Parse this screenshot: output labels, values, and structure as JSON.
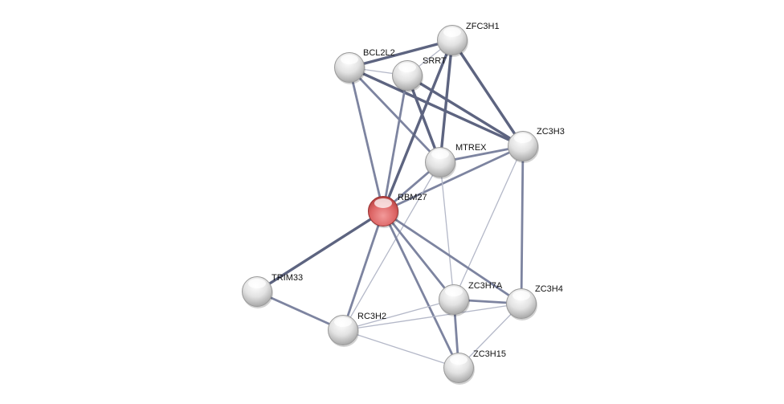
{
  "network": {
    "colors": {
      "edge_strong": "#5d6480",
      "edge_medium": "#7d84a0",
      "edge_weak": "#b4b8c8",
      "node": "#e4e4e4",
      "query_node": "#e26a6a"
    },
    "nodes": [
      {
        "id": "ZFC3H1",
        "label": "ZFC3H1",
        "query": false
      },
      {
        "id": "BCL2L2",
        "label": "BCL2L2",
        "query": false
      },
      {
        "id": "SRRT",
        "label": "SRRT",
        "query": false
      },
      {
        "id": "ZC3H3",
        "label": "ZC3H3",
        "query": false
      },
      {
        "id": "MTREX",
        "label": "MTREX",
        "query": false
      },
      {
        "id": "RBM27",
        "label": "RBM27",
        "query": true
      },
      {
        "id": "TRIM33",
        "label": "TRIM33",
        "query": false
      },
      {
        "id": "RC3H2",
        "label": "RC3H2",
        "query": false
      },
      {
        "id": "ZC3H7A",
        "label": "ZC3H7A",
        "query": false
      },
      {
        "id": "ZC3H4",
        "label": "ZC3H4",
        "query": false
      },
      {
        "id": "ZC3H15",
        "label": "ZC3H15",
        "query": false
      }
    ],
    "edges": [
      {
        "from": "BCL2L2",
        "to": "ZFC3H1",
        "strength": "strong"
      },
      {
        "from": "BCL2L2",
        "to": "SRRT",
        "strength": "weak"
      },
      {
        "from": "BCL2L2",
        "to": "ZC3H3",
        "strength": "strong"
      },
      {
        "from": "BCL2L2",
        "to": "MTREX",
        "strength": "medium"
      },
      {
        "from": "BCL2L2",
        "to": "RBM27",
        "strength": "medium"
      },
      {
        "from": "ZFC3H1",
        "to": "SRRT",
        "strength": "weak"
      },
      {
        "from": "ZFC3H1",
        "to": "ZC3H3",
        "strength": "strong"
      },
      {
        "from": "ZFC3H1",
        "to": "MTREX",
        "strength": "strong"
      },
      {
        "from": "ZFC3H1",
        "to": "RBM27",
        "strength": "strong"
      },
      {
        "from": "SRRT",
        "to": "MTREX",
        "strength": "strong"
      },
      {
        "from": "SRRT",
        "to": "ZC3H3",
        "strength": "strong"
      },
      {
        "from": "SRRT",
        "to": "RBM27",
        "strength": "medium"
      },
      {
        "from": "MTREX",
        "to": "ZC3H3",
        "strength": "medium"
      },
      {
        "from": "MTREX",
        "to": "RBM27",
        "strength": "medium"
      },
      {
        "from": "RBM27",
        "to": "ZC3H3",
        "strength": "medium"
      },
      {
        "from": "MTREX",
        "to": "ZC3H7A",
        "strength": "weak"
      },
      {
        "from": "MTREX",
        "to": "RC3H2",
        "strength": "weak"
      },
      {
        "from": "ZC3H3",
        "to": "ZC3H4",
        "strength": "medium"
      },
      {
        "from": "ZC3H3",
        "to": "ZC3H7A",
        "strength": "weak"
      },
      {
        "from": "RBM27",
        "to": "TRIM33",
        "strength": "strong"
      },
      {
        "from": "TRIM33",
        "to": "RC3H2",
        "strength": "medium"
      },
      {
        "from": "RBM27",
        "to": "RC3H2",
        "strength": "medium"
      },
      {
        "from": "RBM27",
        "to": "ZC3H7A",
        "strength": "medium"
      },
      {
        "from": "RBM27",
        "to": "ZC3H4",
        "strength": "medium"
      },
      {
        "from": "RBM27",
        "to": "ZC3H15",
        "strength": "medium"
      },
      {
        "from": "RC3H2",
        "to": "ZC3H7A",
        "strength": "weak"
      },
      {
        "from": "RC3H2",
        "to": "ZC3H4",
        "strength": "weak"
      },
      {
        "from": "RC3H2",
        "to": "ZC3H15",
        "strength": "weak"
      },
      {
        "from": "ZC3H7A",
        "to": "ZC3H4",
        "strength": "medium"
      },
      {
        "from": "ZC3H7A",
        "to": "ZC3H15",
        "strength": "medium"
      },
      {
        "from": "ZC3H4",
        "to": "ZC3H15",
        "strength": "weak"
      }
    ]
  }
}
